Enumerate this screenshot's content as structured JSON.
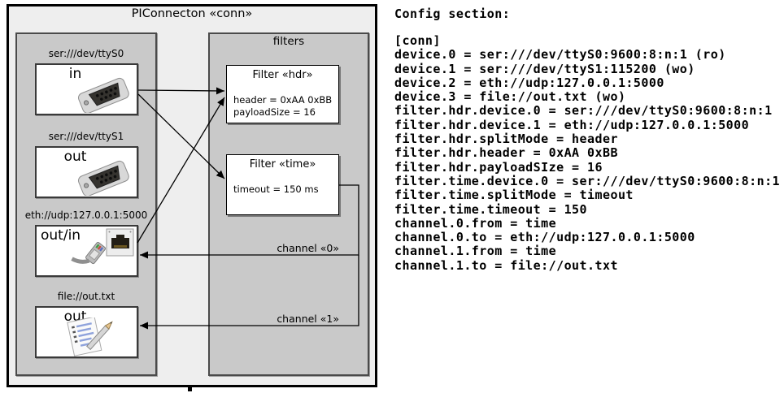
{
  "diagram": {
    "title": "PIConnecton «conn»",
    "filters_panel_title": "filters",
    "devices": [
      {
        "uri": "ser:///dev/ttyS0",
        "name": "in",
        "icon": "serial-connector-icon"
      },
      {
        "uri": "ser:///dev/ttyS1",
        "name": "out",
        "icon": "serial-connector-icon"
      },
      {
        "uri": "eth://udp:127.0.0.1:5000",
        "name": "out/in",
        "icon": "ethernet-jack-icon"
      },
      {
        "uri": "file://out.txt",
        "name": "out",
        "icon": "notepad-icon"
      }
    ],
    "filters": [
      {
        "title": "Filter «hdr»",
        "lines": [
          "header = 0xAA 0xBB",
          "payloadSize = 16"
        ]
      },
      {
        "title": "Filter «time»",
        "lines": [
          "timeout = 150 ms"
        ]
      }
    ],
    "channels": [
      {
        "label": "channel «0»"
      },
      {
        "label": "channel «1»"
      }
    ],
    "colors": {
      "outer_fill": "#eeeeee",
      "panel_fill": "#c9c9c9",
      "box_fill": "#ffffff",
      "line": "#000000"
    }
  },
  "config": {
    "heading": "Config section:",
    "lines": [
      "[conn]",
      "device.0 = ser:///dev/ttyS0:9600:8:n:1 (ro)",
      "device.1 = ser:///dev/ttyS1:115200 (wo)",
      "device.2 = eth://udp:127.0.0.1:5000",
      "device.3 = file://out.txt (wo)",
      "filter.hdr.device.0 = ser:///dev/ttyS0:9600:8:n:1",
      "filter.hdr.device.1 = eth://udp:127.0.0.1:5000",
      "filter.hdr.splitMode = header",
      "filter.hdr.header = 0xAA 0xBB",
      "filter.hdr.payloadSIze = 16",
      "filter.time.device.0 = ser:///dev/ttyS0:9600:8:n:1",
      "filter.time.splitMode = timeout",
      "filter.time.timeout = 150",
      "channel.0.from = time",
      "channel.0.to = eth://udp:127.0.0.1:5000",
      "channel.1.from = time",
      "channel.1.to = file://out.txt"
    ]
  }
}
